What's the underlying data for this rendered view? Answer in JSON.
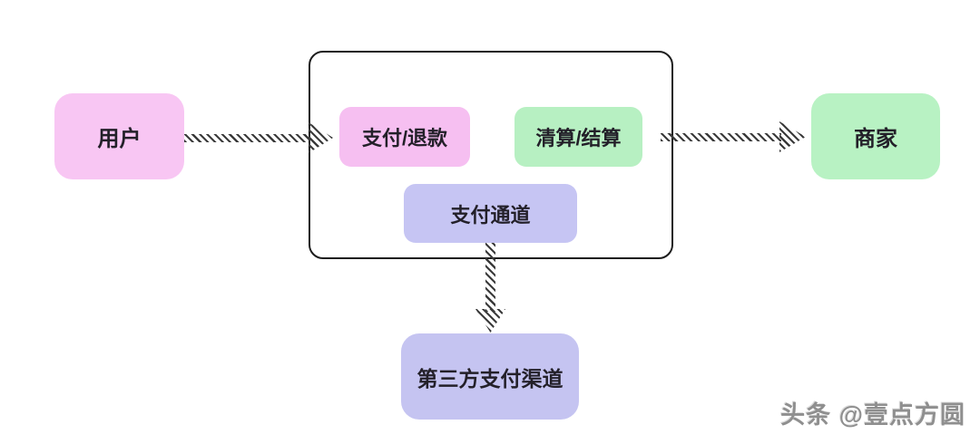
{
  "diagram": {
    "title_hint": "payment-flow-diagram",
    "nodes": {
      "user": {
        "label": "用户",
        "bg": "#f8c6f3"
      },
      "pay_refund": {
        "label": "支付/退款",
        "bg": "#f6bff1"
      },
      "clearing_settlement": {
        "label": "清算/结算",
        "bg": "#b7f0c2"
      },
      "payment_channel": {
        "label": "支付通道",
        "bg": "#c6c5f3"
      },
      "merchant": {
        "label": "商家",
        "bg": "#b8f2c3"
      },
      "third_party_channel": {
        "label": "第三方支付渠道",
        "bg": "#c5c4f1"
      }
    },
    "edges": [
      {
        "from": "用户",
        "to": "支付平台(容器)",
        "style": "hatched",
        "direction": "right"
      },
      {
        "from": "支付平台(容器)",
        "to": "商家",
        "style": "hatched",
        "direction": "right"
      },
      {
        "from": "支付通道",
        "to": "第三方支付渠道",
        "style": "hatched",
        "direction": "down"
      }
    ],
    "edge_color": "#3b3b3b",
    "container_border_color": "#1c1c1c"
  },
  "watermark": {
    "text": "头条 @壹点方圆",
    "color": "#8f8f8f"
  }
}
